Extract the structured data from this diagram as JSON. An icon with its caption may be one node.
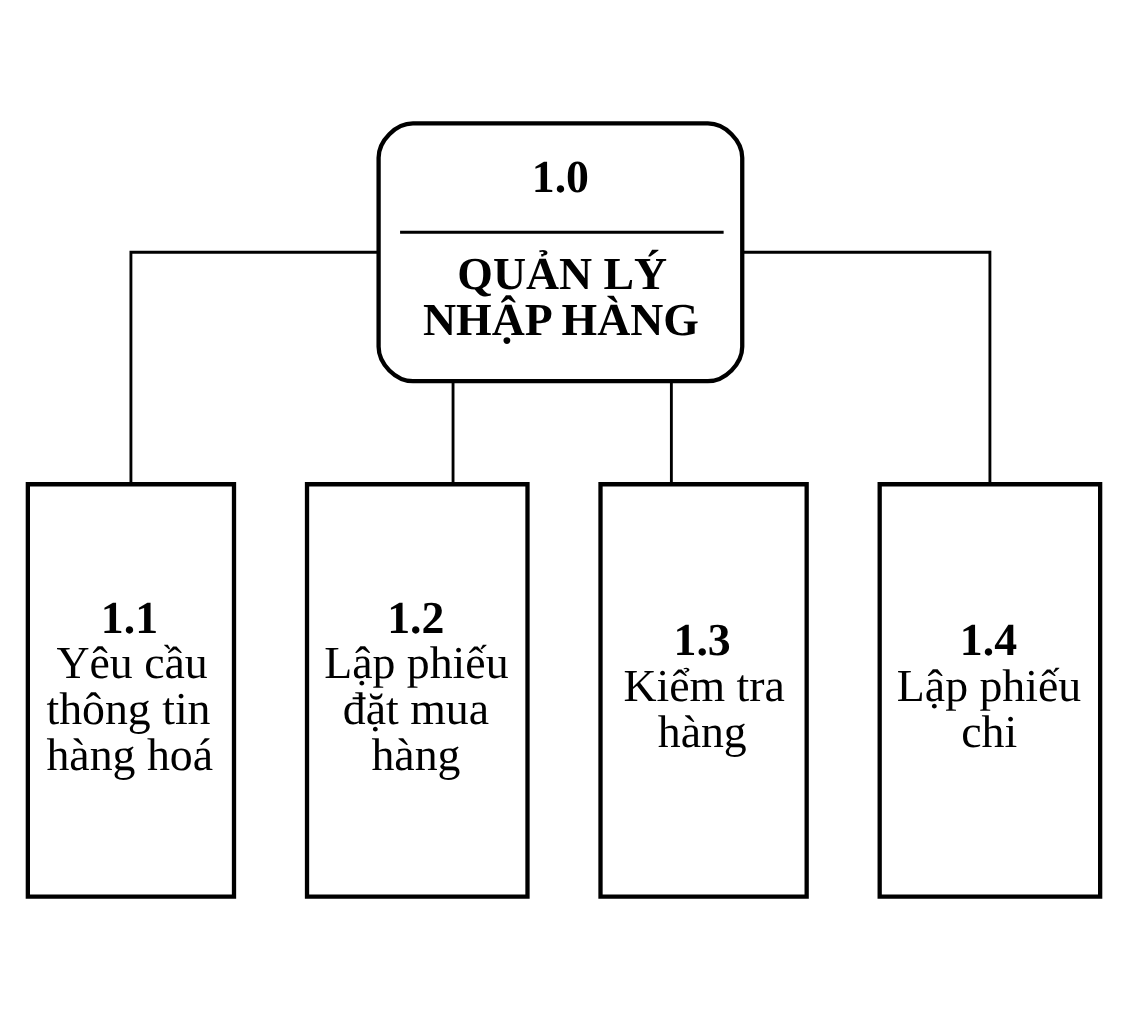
{
  "diagram": {
    "nodes": [
      {
        "text": [
          "1.0",
          "QUẢN LÝ NHẬP HÀNG"
        ]
      },
      {
        "text": [
          "1.1",
          "Yêu cầu thông tin hàng hoá"
        ]
      },
      {
        "text": [
          "1.2",
          "Lập phiếu đặt mua hàng"
        ]
      },
      {
        "text": [
          "1.3",
          "Kiểm tra hàng"
        ]
      },
      {
        "text": [
          "1.4",
          "Lập phiếu chi"
        ]
      }
    ],
    "edges": [
      {
        "from": 0,
        "to": 1,
        "arrow": "none"
      },
      {
        "from": 0,
        "to": 2,
        "arrow": "none"
      },
      {
        "from": 0,
        "to": 3,
        "arrow": "none"
      },
      {
        "from": 0,
        "to": 4,
        "arrow": "none"
      }
    ]
  }
}
